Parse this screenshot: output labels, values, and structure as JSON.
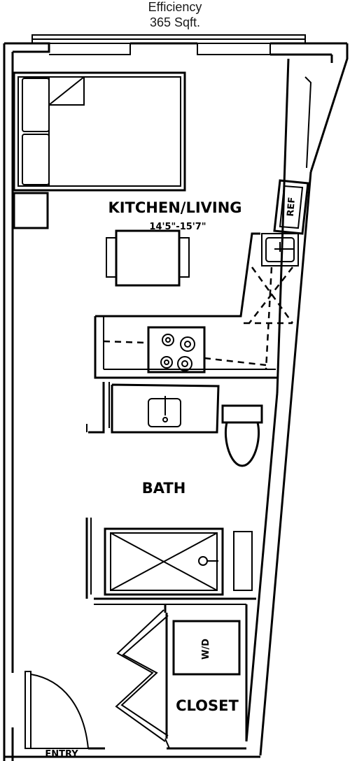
{
  "header": {
    "plan_name": "Efficiency",
    "area": "365 Sqft."
  },
  "rooms": {
    "kitchen_living": "KITCHEN/LIVING",
    "kitchen_living_dims": "14'5\"-15'7\"",
    "bath": "BATH",
    "closet": "CLOSET",
    "entry": "ENTRY"
  },
  "fixtures": {
    "refrigerator": "REF",
    "washer_dryer": "W/D"
  },
  "icons": [
    "bed-icon",
    "dining-table-icon",
    "cooktop-icon",
    "sink-icon",
    "toilet-icon",
    "shower-icon",
    "door-swing-icon"
  ]
}
